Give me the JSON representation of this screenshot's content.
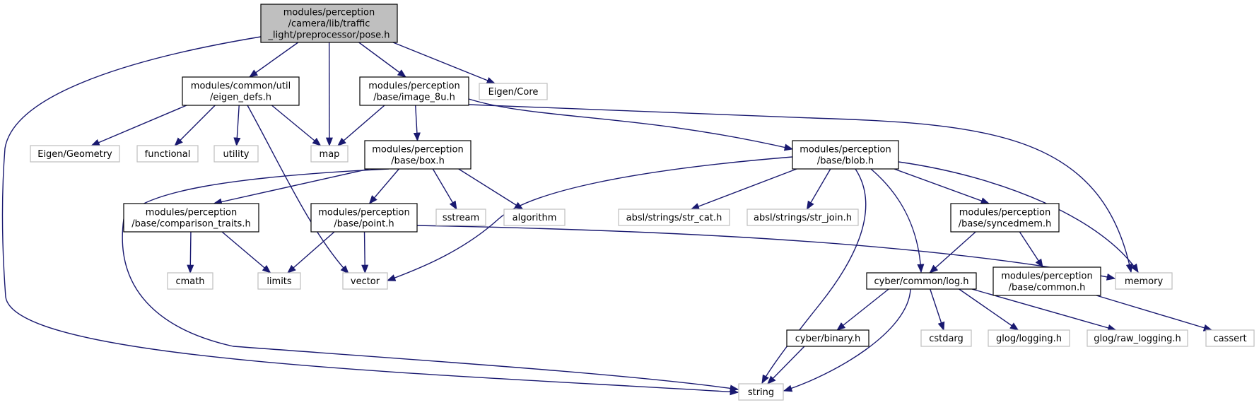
{
  "graph": {
    "colors": {
      "edge": "#191970",
      "root_fill": "#bfbfbf",
      "node_border": "#000000",
      "external_border": "#bfbfbf"
    },
    "nodes": {
      "pose_h": {
        "lines": [
          "modules/perception",
          "/camera/lib/traffic",
          "_light/preprocessor/pose.h"
        ],
        "kind": "root"
      },
      "eigen_defs_h": {
        "lines": [
          "modules/common/util",
          "/eigen_defs.h"
        ],
        "kind": "node"
      },
      "image_8u_h": {
        "lines": [
          "modules/perception",
          "/base/image_8u.h"
        ],
        "kind": "node"
      },
      "eigen_core": {
        "lines": [
          "Eigen/Core"
        ],
        "kind": "external"
      },
      "eigen_geometry": {
        "lines": [
          "Eigen/Geometry"
        ],
        "kind": "external"
      },
      "functional": {
        "lines": [
          "functional"
        ],
        "kind": "external"
      },
      "utility": {
        "lines": [
          "utility"
        ],
        "kind": "external"
      },
      "map": {
        "lines": [
          "map"
        ],
        "kind": "external"
      },
      "box_h": {
        "lines": [
          "modules/perception",
          "/base/box.h"
        ],
        "kind": "node"
      },
      "blob_h": {
        "lines": [
          "modules/perception",
          "/base/blob.h"
        ],
        "kind": "node"
      },
      "comparison_traits_h": {
        "lines": [
          "modules/perception",
          "/base/comparison_traits.h"
        ],
        "kind": "node"
      },
      "point_h": {
        "lines": [
          "modules/perception",
          "/base/point.h"
        ],
        "kind": "node"
      },
      "sstream": {
        "lines": [
          "sstream"
        ],
        "kind": "external"
      },
      "algorithm": {
        "lines": [
          "algorithm"
        ],
        "kind": "external"
      },
      "str_cat_h": {
        "lines": [
          "absl/strings/str_cat.h"
        ],
        "kind": "external"
      },
      "str_join_h": {
        "lines": [
          "absl/strings/str_join.h"
        ],
        "kind": "external"
      },
      "syncedmem_h": {
        "lines": [
          "modules/perception",
          "/base/syncedmem.h"
        ],
        "kind": "node"
      },
      "cmath": {
        "lines": [
          "cmath"
        ],
        "kind": "external"
      },
      "limits": {
        "lines": [
          "limits"
        ],
        "kind": "external"
      },
      "vector": {
        "lines": [
          "vector"
        ],
        "kind": "external"
      },
      "log_h": {
        "lines": [
          "cyber/common/log.h"
        ],
        "kind": "node"
      },
      "common_h": {
        "lines": [
          "modules/perception",
          "/base/common.h"
        ],
        "kind": "node"
      },
      "memory": {
        "lines": [
          "memory"
        ],
        "kind": "external"
      },
      "binary_h": {
        "lines": [
          "cyber/binary.h"
        ],
        "kind": "node"
      },
      "cstdarg": {
        "lines": [
          "cstdarg"
        ],
        "kind": "external"
      },
      "logging_h": {
        "lines": [
          "glog/logging.h"
        ],
        "kind": "external"
      },
      "raw_logging_h": {
        "lines": [
          "glog/raw_logging.h"
        ],
        "kind": "external"
      },
      "cassert": {
        "lines": [
          "cassert"
        ],
        "kind": "external"
      },
      "string": {
        "lines": [
          "string"
        ],
        "kind": "external"
      }
    },
    "edges": [
      [
        "pose_h",
        "eigen_defs_h"
      ],
      [
        "pose_h",
        "image_8u_h"
      ],
      [
        "pose_h",
        "map"
      ],
      [
        "pose_h",
        "eigen_core"
      ],
      [
        "pose_h",
        "string"
      ],
      [
        "eigen_defs_h",
        "eigen_geometry"
      ],
      [
        "eigen_defs_h",
        "functional"
      ],
      [
        "eigen_defs_h",
        "utility"
      ],
      [
        "eigen_defs_h",
        "map"
      ],
      [
        "eigen_defs_h",
        "vector"
      ],
      [
        "image_8u_h",
        "map"
      ],
      [
        "image_8u_h",
        "box_h"
      ],
      [
        "image_8u_h",
        "blob_h"
      ],
      [
        "image_8u_h",
        "memory"
      ],
      [
        "box_h",
        "comparison_traits_h"
      ],
      [
        "box_h",
        "point_h"
      ],
      [
        "box_h",
        "sstream"
      ],
      [
        "box_h",
        "algorithm"
      ],
      [
        "box_h",
        "string"
      ],
      [
        "comparison_traits_h",
        "cmath"
      ],
      [
        "comparison_traits_h",
        "limits"
      ],
      [
        "point_h",
        "limits"
      ],
      [
        "point_h",
        "vector"
      ],
      [
        "point_h",
        "memory"
      ],
      [
        "blob_h",
        "vector"
      ],
      [
        "blob_h",
        "str_cat_h"
      ],
      [
        "blob_h",
        "str_join_h"
      ],
      [
        "blob_h",
        "syncedmem_h"
      ],
      [
        "blob_h",
        "memory"
      ],
      [
        "blob_h",
        "log_h"
      ],
      [
        "blob_h",
        "string"
      ],
      [
        "syncedmem_h",
        "log_h"
      ],
      [
        "syncedmem_h",
        "common_h"
      ],
      [
        "common_h",
        "cassert"
      ],
      [
        "log_h",
        "binary_h"
      ],
      [
        "log_h",
        "cstdarg"
      ],
      [
        "log_h",
        "logging_h"
      ],
      [
        "log_h",
        "raw_logging_h"
      ],
      [
        "log_h",
        "string"
      ],
      [
        "binary_h",
        "string"
      ]
    ]
  }
}
